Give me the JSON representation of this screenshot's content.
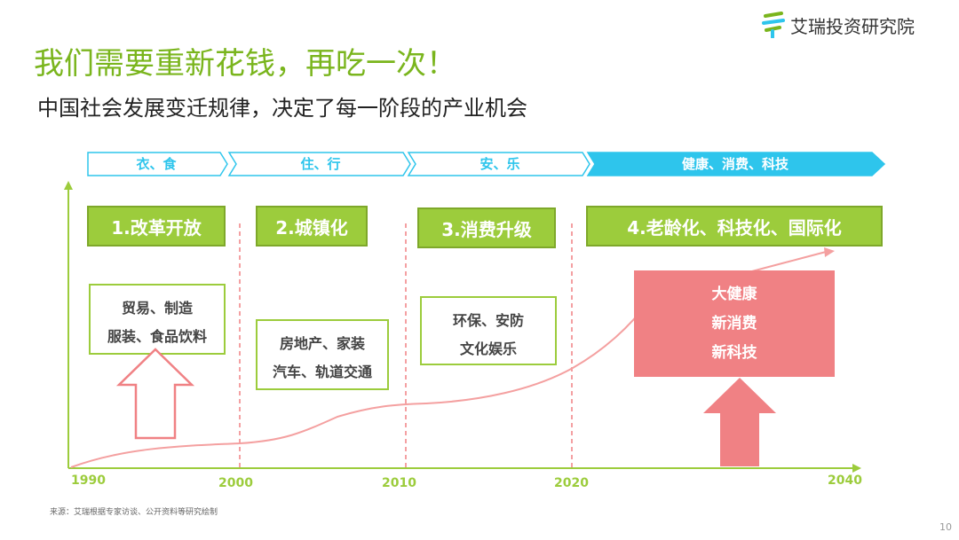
{
  "logo": {
    "text": "艾瑞投资研究院",
    "color": "#7ab51d"
  },
  "title": "我们需要重新花钱，再吃一次！",
  "subtitle": "中国社会发展变迁规律，决定了每一阶段的产业机会",
  "stages": [
    "衣、食",
    "住、行",
    "安、乐",
    "健康、消费、科技"
  ],
  "phases": [
    "1.改革开放",
    "2.城镇化",
    "3.消费升级",
    "4.老龄化、科技化、国际化"
  ],
  "industries": [
    [
      "贸易、制造",
      "服装、食品饮料"
    ],
    [
      "房地产、家装",
      "汽车、轨道交通"
    ],
    [
      "环保、安防",
      "文化娱乐"
    ]
  ],
  "future": [
    "大健康",
    "新消费",
    "新科技"
  ],
  "years": [
    "1990",
    "2000",
    "2010",
    "2020",
    "2040"
  ],
  "colors": {
    "green": "#9ccc3c",
    "cyan": "#2ec5ec",
    "pink": "#f08184",
    "curve": "#f4a0a0"
  },
  "source": "来源：艾瑞根据专家访谈、公开资料等研究绘制",
  "page_number": "10"
}
